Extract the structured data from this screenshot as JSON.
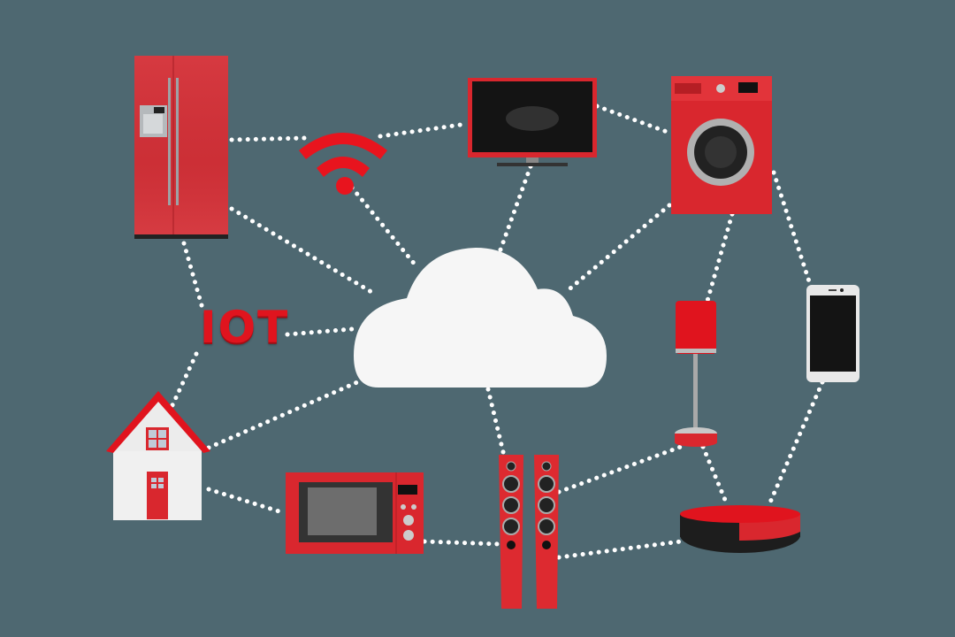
{
  "diagram": {
    "title_label": "IOT",
    "background": "#4e6871",
    "accent": "#d9272e",
    "link_color": "#ffffff",
    "hub": {
      "name": "cloud",
      "color": "#f7f7f7"
    },
    "nodes": [
      {
        "id": "refrigerator",
        "icon": "refrigerator-icon"
      },
      {
        "id": "wifi",
        "icon": "wifi-icon"
      },
      {
        "id": "tv",
        "icon": "tv-icon"
      },
      {
        "id": "washing-machine",
        "icon": "washing-machine-icon"
      },
      {
        "id": "smartphone",
        "icon": "smartphone-icon"
      },
      {
        "id": "lamp",
        "icon": "lamp-icon"
      },
      {
        "id": "robot-vacuum",
        "icon": "robot-vacuum-icon"
      },
      {
        "id": "speakers",
        "icon": "speakers-icon"
      },
      {
        "id": "microwave",
        "icon": "microwave-icon"
      },
      {
        "id": "house",
        "icon": "house-icon"
      },
      {
        "id": "iot-label",
        "icon": "iot-text"
      }
    ],
    "links": [
      [
        "refrigerator",
        "wifi"
      ],
      [
        "wifi",
        "tv"
      ],
      [
        "tv",
        "washing-machine"
      ],
      [
        "refrigerator",
        "cloud"
      ],
      [
        "wifi",
        "cloud"
      ],
      [
        "tv",
        "cloud"
      ],
      [
        "washing-machine",
        "cloud"
      ],
      [
        "refrigerator",
        "iot-label"
      ],
      [
        "iot-label",
        "cloud"
      ],
      [
        "iot-label",
        "house"
      ],
      [
        "house",
        "cloud"
      ],
      [
        "house",
        "microwave"
      ],
      [
        "microwave",
        "speakers"
      ],
      [
        "speakers",
        "cloud"
      ],
      [
        "speakers",
        "lamp"
      ],
      [
        "speakers",
        "robot-vacuum"
      ],
      [
        "washing-machine",
        "lamp"
      ],
      [
        "washing-machine",
        "smartphone"
      ],
      [
        "lamp",
        "robot-vacuum"
      ],
      [
        "smartphone",
        "robot-vacuum"
      ]
    ]
  }
}
